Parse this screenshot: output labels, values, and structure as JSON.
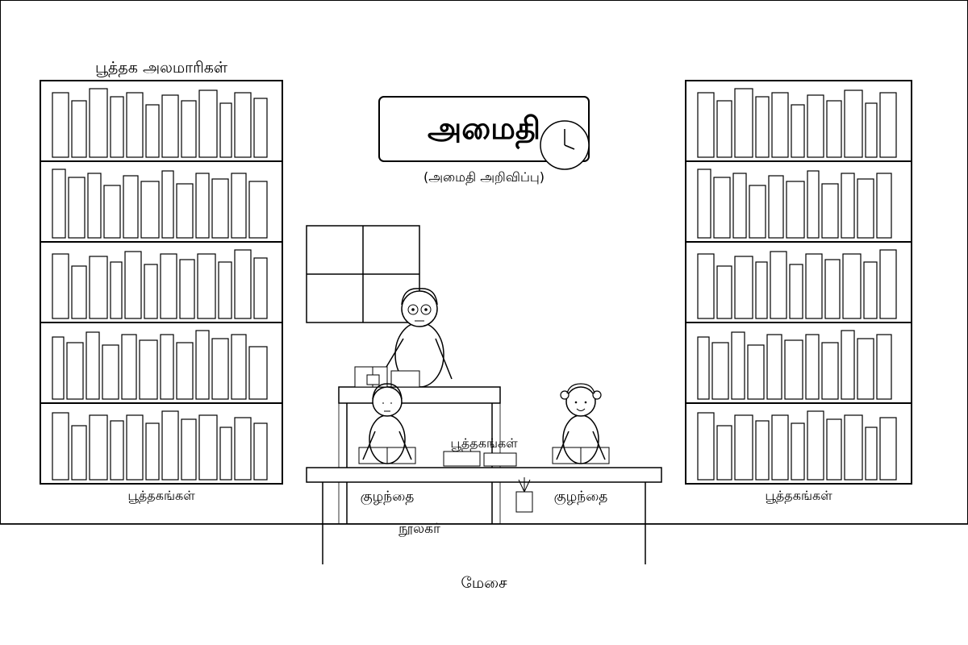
{
  "labels": {
    "cabinets": "பூத்தக அலமாரிகள்",
    "sign": "அமைதி",
    "sign_caption": "(அமைதி அறிவிப்பு)",
    "left_books": "பூத்தகங்கள்",
    "right_books": "பூத்தகங்கள்",
    "table_books": "பூத்தகங்கள்",
    "child_left": "குழந்தை",
    "child_right": "குழந்தை",
    "librarian": "நூலகர்",
    "table": "மேசை"
  },
  "colors": {
    "stroke": "#000000",
    "background": "#ffffff"
  },
  "icons": {
    "clock": "clock-icon",
    "plant": "plant-icon",
    "window": "window-icon"
  }
}
